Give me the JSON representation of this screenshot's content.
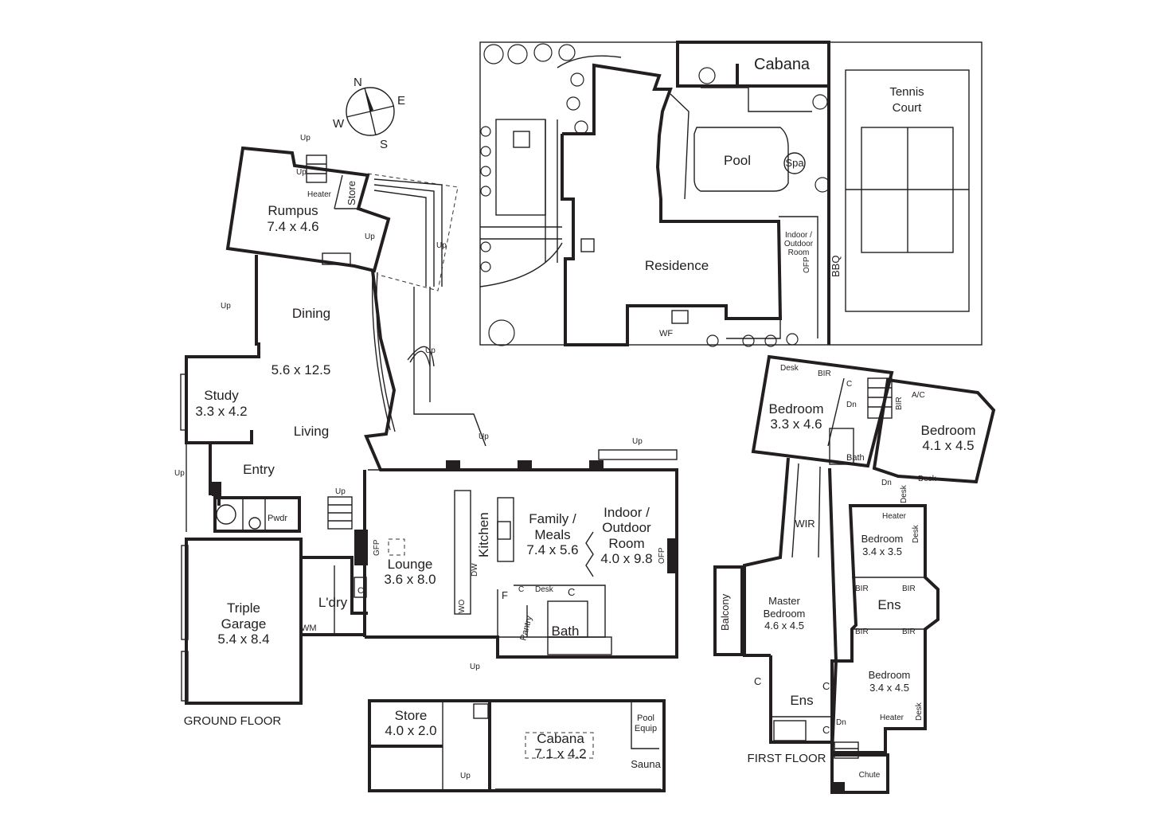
{
  "compass": {
    "n": "N",
    "e": "E",
    "s": "S",
    "w": "W"
  },
  "site": {
    "cabana": "Cabana",
    "tennis": [
      "Tennis",
      "Court"
    ],
    "pool": "Pool",
    "spa": "Spa",
    "residence": "Residence",
    "indoor": [
      "Indoor /",
      "Outdoor",
      "Room"
    ],
    "ofp": "OFP",
    "bbq": "BBQ",
    "wf": "WF"
  },
  "ground": {
    "caption": "GROUND FLOOR",
    "rumpus": [
      "Rumpus",
      "7.4 x 4.6"
    ],
    "store": "Store",
    "heater": "Heater",
    "dining": "Dining",
    "dining_size": "5.6 x 12.5",
    "living": "Living",
    "study": [
      "Study",
      "3.3 x 4.2"
    ],
    "entry": "Entry",
    "pwdr": "Pwdr",
    "garage": [
      "Triple",
      "Garage",
      "5.4 x 8.4"
    ],
    "ldry": "L'dry",
    "wm": "WM",
    "c": "C",
    "gfp": "GFP",
    "lounge": [
      "Lounge",
      "3.6 x 8.0"
    ],
    "kitchen": "Kitchen",
    "dw": "DW",
    "wo": "WO",
    "family": [
      "Family /",
      "Meals",
      "7.4 x 5.6"
    ],
    "indoor": [
      "Indoor /",
      "Outdoor",
      "Room",
      "4.0 x 9.8"
    ],
    "ofp": "OFP",
    "f": "F",
    "desk": "Desk",
    "pantry": "Pantry",
    "bath": "Bath",
    "up": "Up"
  },
  "cabana": {
    "store": [
      "Store",
      "4.0 x 2.0"
    ],
    "cabana": [
      "Cabana",
      "7.1 x 4.2"
    ],
    "pool_equip": [
      "Pool",
      "Equip"
    ],
    "sauna": "Sauna"
  },
  "first": {
    "caption": "FIRST FLOOR",
    "bed1": [
      "Bedroom",
      "3.3 x 4.6"
    ],
    "bed2": [
      "Bedroom",
      "4.1 x 4.5"
    ],
    "desk": "Desk",
    "bir": "BIR",
    "ac": "A/C",
    "c": "C",
    "dn": "Dn",
    "bath": "Bath",
    "wir": "WIR",
    "balcony": "Balcony",
    "master": [
      "Master",
      "Bedroom",
      "4.6 x 4.5"
    ],
    "ens": "Ens",
    "bed3": [
      "Bedroom",
      "3.4 x 3.5"
    ],
    "bed4": [
      "Bedroom",
      "3.4 x 4.5"
    ],
    "heater": "Heater",
    "chute": "Chute"
  }
}
